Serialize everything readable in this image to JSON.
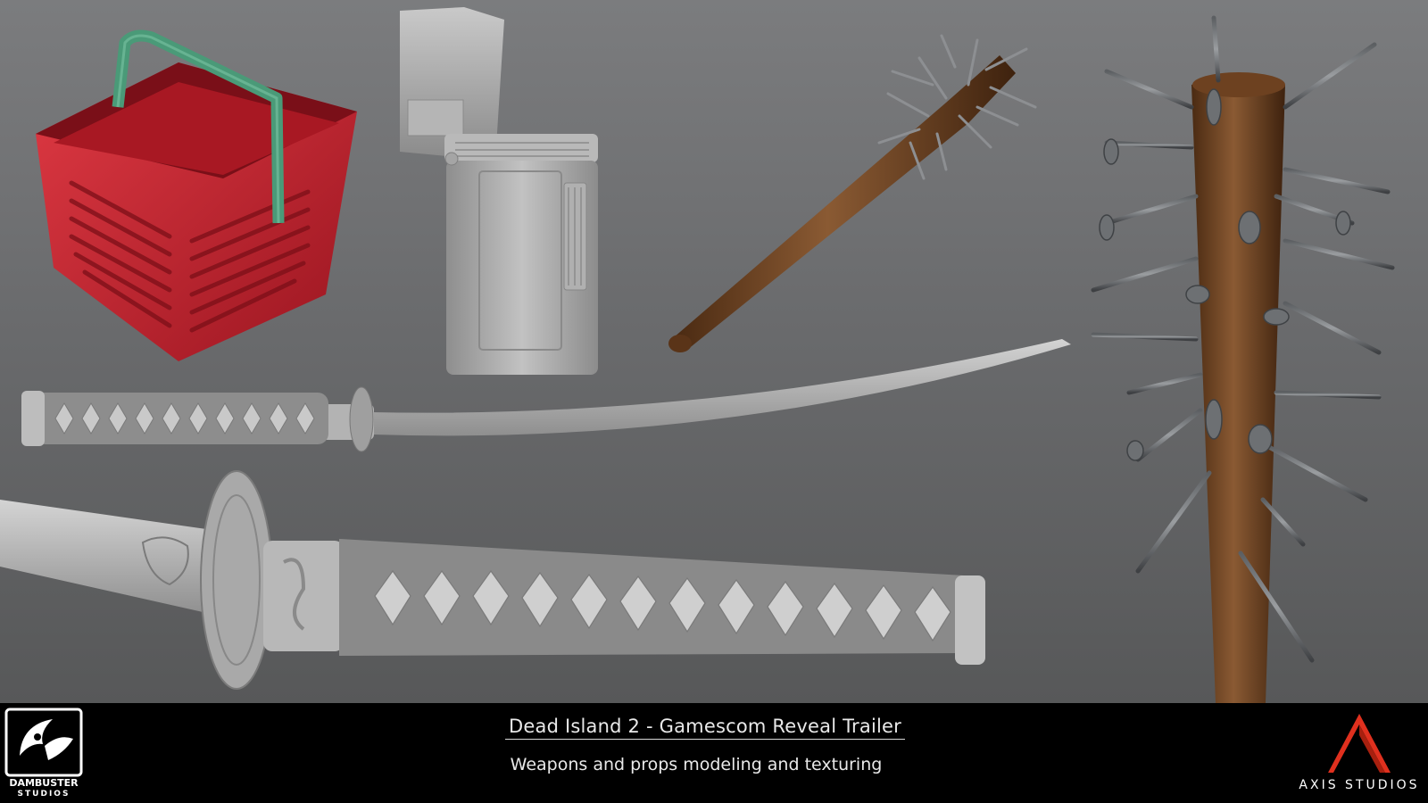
{
  "footer": {
    "title": "Dead Island 2 - Gamescom Reveal Trailer",
    "subtitle": "Weapons and props modeling and texturing",
    "left_logo_text": [
      "DAMBUSTER",
      "STUDIOS"
    ],
    "right_logo_text": "AXIS STUDIOS"
  },
  "colors": {
    "basket_red": "#c4202a",
    "basket_handle": "#4a9a78",
    "clay_grey": "#a9a9a9",
    "wood": "#7a4a26",
    "axis_accent": "#e0301e"
  }
}
